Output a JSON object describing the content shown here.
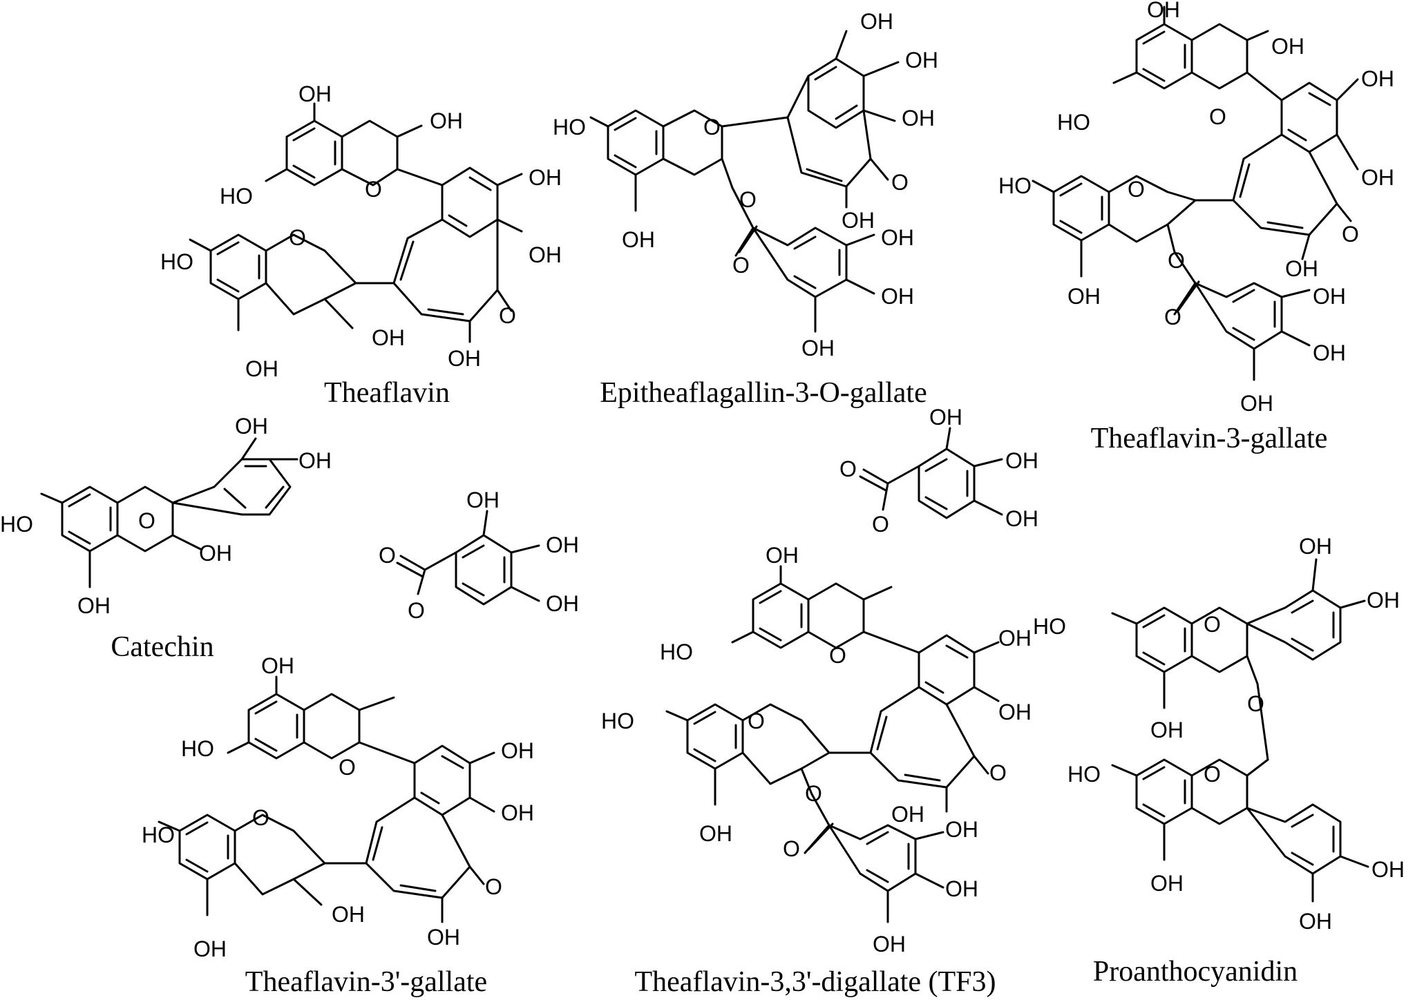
{
  "molecules": [
    {
      "name": "Theaflavin",
      "atom_labels": [
        "OH",
        "OH",
        "HO",
        "O",
        "OH",
        "OH",
        "HO",
        "O",
        "OH",
        "OH",
        "OH",
        "O"
      ]
    },
    {
      "name": "Epitheaflagallin-3-O-gallate",
      "atom_labels": [
        "HO",
        "O",
        "OH",
        "OH",
        "OH",
        "OH",
        "O",
        "OH",
        "O",
        "O",
        "OH",
        "OH",
        "OH"
      ]
    },
    {
      "name": "Theaflavin-3-gallate",
      "atom_labels": [
        "OH",
        "OH",
        "HO",
        "O",
        "OH",
        "OH",
        "HO",
        "O",
        "OH",
        "OH",
        "O",
        "O",
        "O",
        "OH",
        "OH",
        "OH"
      ]
    },
    {
      "name": "Catechin",
      "atom_labels": [
        "OH",
        "OH",
        "HO",
        "O",
        "OH",
        "OH"
      ]
    },
    {
      "name": "Theaflavin-3'-gallate",
      "atom_labels": [
        "OH",
        "OH",
        "OH",
        "O",
        "O",
        "OH",
        "HO",
        "O",
        "OH",
        "OH",
        "HO",
        "O",
        "OH",
        "OH",
        "O",
        "OH"
      ]
    },
    {
      "name": "Theaflavin-3,3'-digallate (TF3)",
      "atom_labels": [
        "OH",
        "OH",
        "OH",
        "O",
        "O",
        "OH",
        "HO",
        "O",
        "OH",
        "OH",
        "HO",
        "O",
        "OH",
        "O",
        "OH",
        "O",
        "O",
        "OH",
        "OH",
        "OH"
      ]
    },
    {
      "name": "Proanthocyanidin",
      "atom_labels": [
        "OH",
        "OH",
        "HO",
        "O",
        "O",
        "OH",
        "HO",
        "O",
        "OH",
        "OH",
        "OH"
      ]
    }
  ]
}
